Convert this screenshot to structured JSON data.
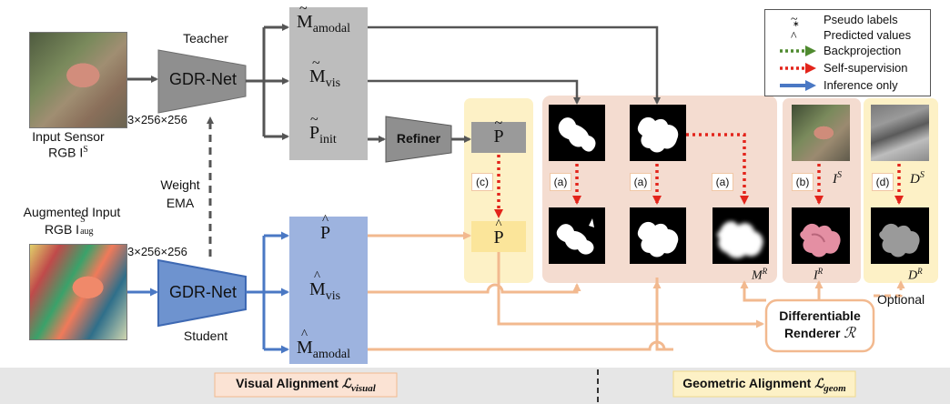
{
  "legend": {
    "items": [
      {
        "icon": "tilde",
        "label": "Pseudo labels"
      },
      {
        "icon": "hat",
        "label": "Predicted values"
      },
      {
        "icon": "green-dotted-arrow",
        "label": "Backprojection"
      },
      {
        "icon": "red-dotted-arrow",
        "label": "Self-supervision"
      },
      {
        "icon": "blue-arrow",
        "label": "Inference only"
      }
    ]
  },
  "colors": {
    "teacher_gray": "#8f8f8f",
    "student_blue": "#5f86c8",
    "student_panel": "#9db3df",
    "peach_panel": "#f4dcd0",
    "yellow_panel": "#fdf1c6",
    "orange_arrow": "#f2b98f",
    "red_dotted": "#e3241b",
    "green_dotted": "#4f8a2f",
    "bottom_band": "#e6e6e6"
  },
  "teacher": {
    "role": "Teacher",
    "network": "GDR-Net",
    "input_caption_line1": "Input Sensor",
    "input_caption_line2": "RGB I",
    "input_caption_sup": "S",
    "dims": "3×256×256",
    "outputs": {
      "amodal_sym": "M",
      "amodal_sub": "amodal",
      "vis_sym": "M",
      "vis_sub": "vis",
      "init_sym": "P",
      "init_sub": "init"
    },
    "refiner": "Refiner",
    "refined_sym": "P"
  },
  "ema": {
    "line1": "Weight",
    "line2": "EMA"
  },
  "student": {
    "role": "Student",
    "network": "GDR-Net",
    "input_caption_line1": "Augmented Input",
    "input_caption_line2": "RGB I",
    "input_caption_sup": "S",
    "input_caption_sub": "aug",
    "dims": "3×256×256",
    "outputs": {
      "pose_sym": "P",
      "vis_sym": "M",
      "vis_sub": "vis",
      "amodal_sym": "M",
      "amodal_sub": "amodal"
    }
  },
  "panels": {
    "c_label": "(c)",
    "student_pose_sym": "P",
    "a_labels": [
      "(a)",
      "(a)",
      "(a)"
    ],
    "mask_render_sym": "M",
    "mask_render_sup": "R",
    "b_label": "(b)",
    "image_sensor_sym": "I",
    "image_sensor_sup": "S",
    "image_render_sym": "I",
    "image_render_sup": "R",
    "d_label": "(d)",
    "depth_sensor_sym": "D",
    "depth_sensor_sup": "S",
    "depth_render_sym": "D",
    "depth_render_sup": "R",
    "optional": "Optional"
  },
  "renderer": {
    "line1": "Differentiable",
    "line2": "Renderer",
    "symbol": "ℛ"
  },
  "bottom": {
    "visual_label": "Visual Alignment",
    "visual_sym": "ℒ",
    "visual_sub": "visual",
    "geom_label": "Geometric Alignment",
    "geom_sym": "ℒ",
    "geom_sub": "geom"
  }
}
